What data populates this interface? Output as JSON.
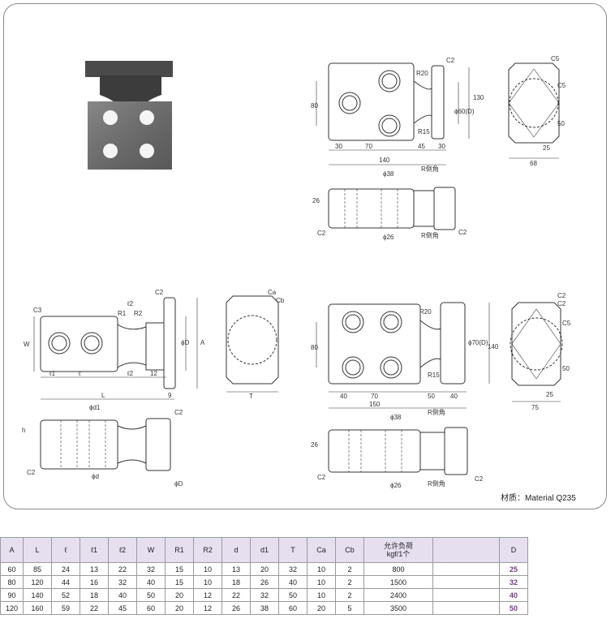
{
  "material": "材质：Material Q235",
  "drawings": {
    "top_right": {
      "dims": [
        "R20",
        "C2",
        "80",
        "130",
        "ϕ60(D)",
        "R15",
        "30",
        "70",
        "45",
        "30",
        "140",
        "C5",
        "C5",
        "50",
        "25",
        "68"
      ],
      "side": [
        "ϕ38",
        "R倒角",
        "26",
        "C2",
        "ϕ26",
        "R倒角",
        "C2"
      ]
    },
    "left": {
      "dims": [
        "ℓ2",
        "C2",
        "R1",
        "R2",
        "C3",
        "W",
        "ϕD",
        "A",
        "ℓ1",
        "ℓ",
        "ℓ2",
        "12",
        "L",
        "9",
        "Ca",
        "Cb",
        "T"
      ],
      "side": [
        "ϕd1",
        "C2",
        "h",
        "C2",
        "ϕd",
        "ϕD"
      ]
    },
    "bottom_right": {
      "dims": [
        "R20",
        "C2",
        "80",
        "140",
        "ϕ70(D)",
        "R15",
        "40",
        "70",
        "50",
        "40",
        "150",
        "C2",
        "C5",
        "50",
        "25",
        "75"
      ],
      "side": [
        "ϕ38",
        "R倒角",
        "26",
        "C2",
        "ϕ26",
        "R倒角",
        "C2"
      ]
    }
  },
  "table": {
    "headers": [
      "A",
      "L",
      "ℓ",
      "ℓ1",
      "ℓ2",
      "W",
      "R1",
      "R2",
      "d",
      "d1",
      "T",
      "Ca",
      "Cb",
      "允许负荷\nkgf/1个",
      "",
      "D"
    ],
    "rows": [
      [
        "60",
        "85",
        "24",
        "13",
        "22",
        "32",
        "15",
        "10",
        "13",
        "20",
        "32",
        "10",
        "2",
        "800",
        "",
        "25"
      ],
      [
        "80",
        "120",
        "44",
        "16",
        "32",
        "40",
        "15",
        "10",
        "18",
        "26",
        "40",
        "10",
        "2",
        "1500",
        "",
        "32"
      ],
      [
        "90",
        "140",
        "52",
        "18",
        "40",
        "50",
        "20",
        "12",
        "22",
        "32",
        "50",
        "10",
        "2",
        "2400",
        "",
        "40"
      ],
      [
        "120",
        "160",
        "59",
        "22",
        "45",
        "60",
        "20",
        "12",
        "26",
        "38",
        "60",
        "20",
        "5",
        "3500",
        "",
        "50"
      ]
    ]
  }
}
